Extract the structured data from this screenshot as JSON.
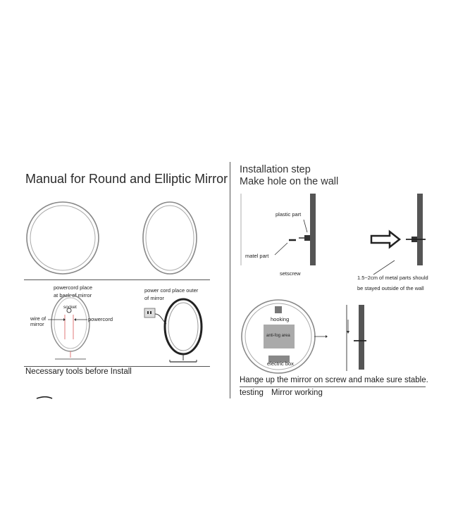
{
  "left": {
    "title": "Manual for Round and Elliptic Mirror",
    "powercord_place": "powercord place",
    "at_back": "at back of mirror",
    "socket": "socket",
    "wire_of": "wire of",
    "mirror": "mirror",
    "powercord": "powercord",
    "power_cord_outer": "power cord place outer",
    "of_mirror": "of mirror",
    "tools": "Necessary tools before Install"
  },
  "right": {
    "step_title": "Installation step",
    "step_subtitle": "Make hole on the wall",
    "plastic_part": "plastic part",
    "matel_part": "matel part",
    "setscrew": "setscrew",
    "metal_note_1": "1.5~2cm of metal parts should",
    "metal_note_2": "be stayed outside of the wall",
    "hooking": "hooking",
    "anti_fog": "anti-fog area",
    "electric_box": "electric box",
    "hang_up": "Hange up the mirror on screw and make sure stable.",
    "testing": "testing",
    "mirror_working": "Mirror working"
  }
}
